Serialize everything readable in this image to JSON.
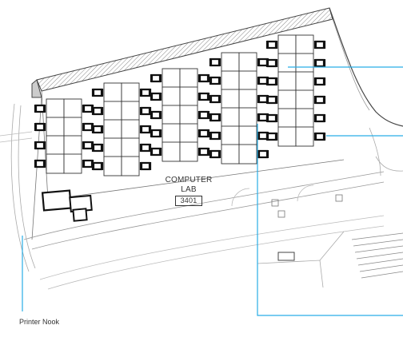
{
  "room": {
    "name_line1": "COMPUTER",
    "name_line2": "LAB",
    "number": "3401"
  },
  "callouts": {
    "printer_nook": "Printer Nook"
  },
  "colors": {
    "callout_line": "#29aee6",
    "wall_stroke": "#444444",
    "light_stroke": "#9a9a9a",
    "chair_fill": "#111111"
  }
}
